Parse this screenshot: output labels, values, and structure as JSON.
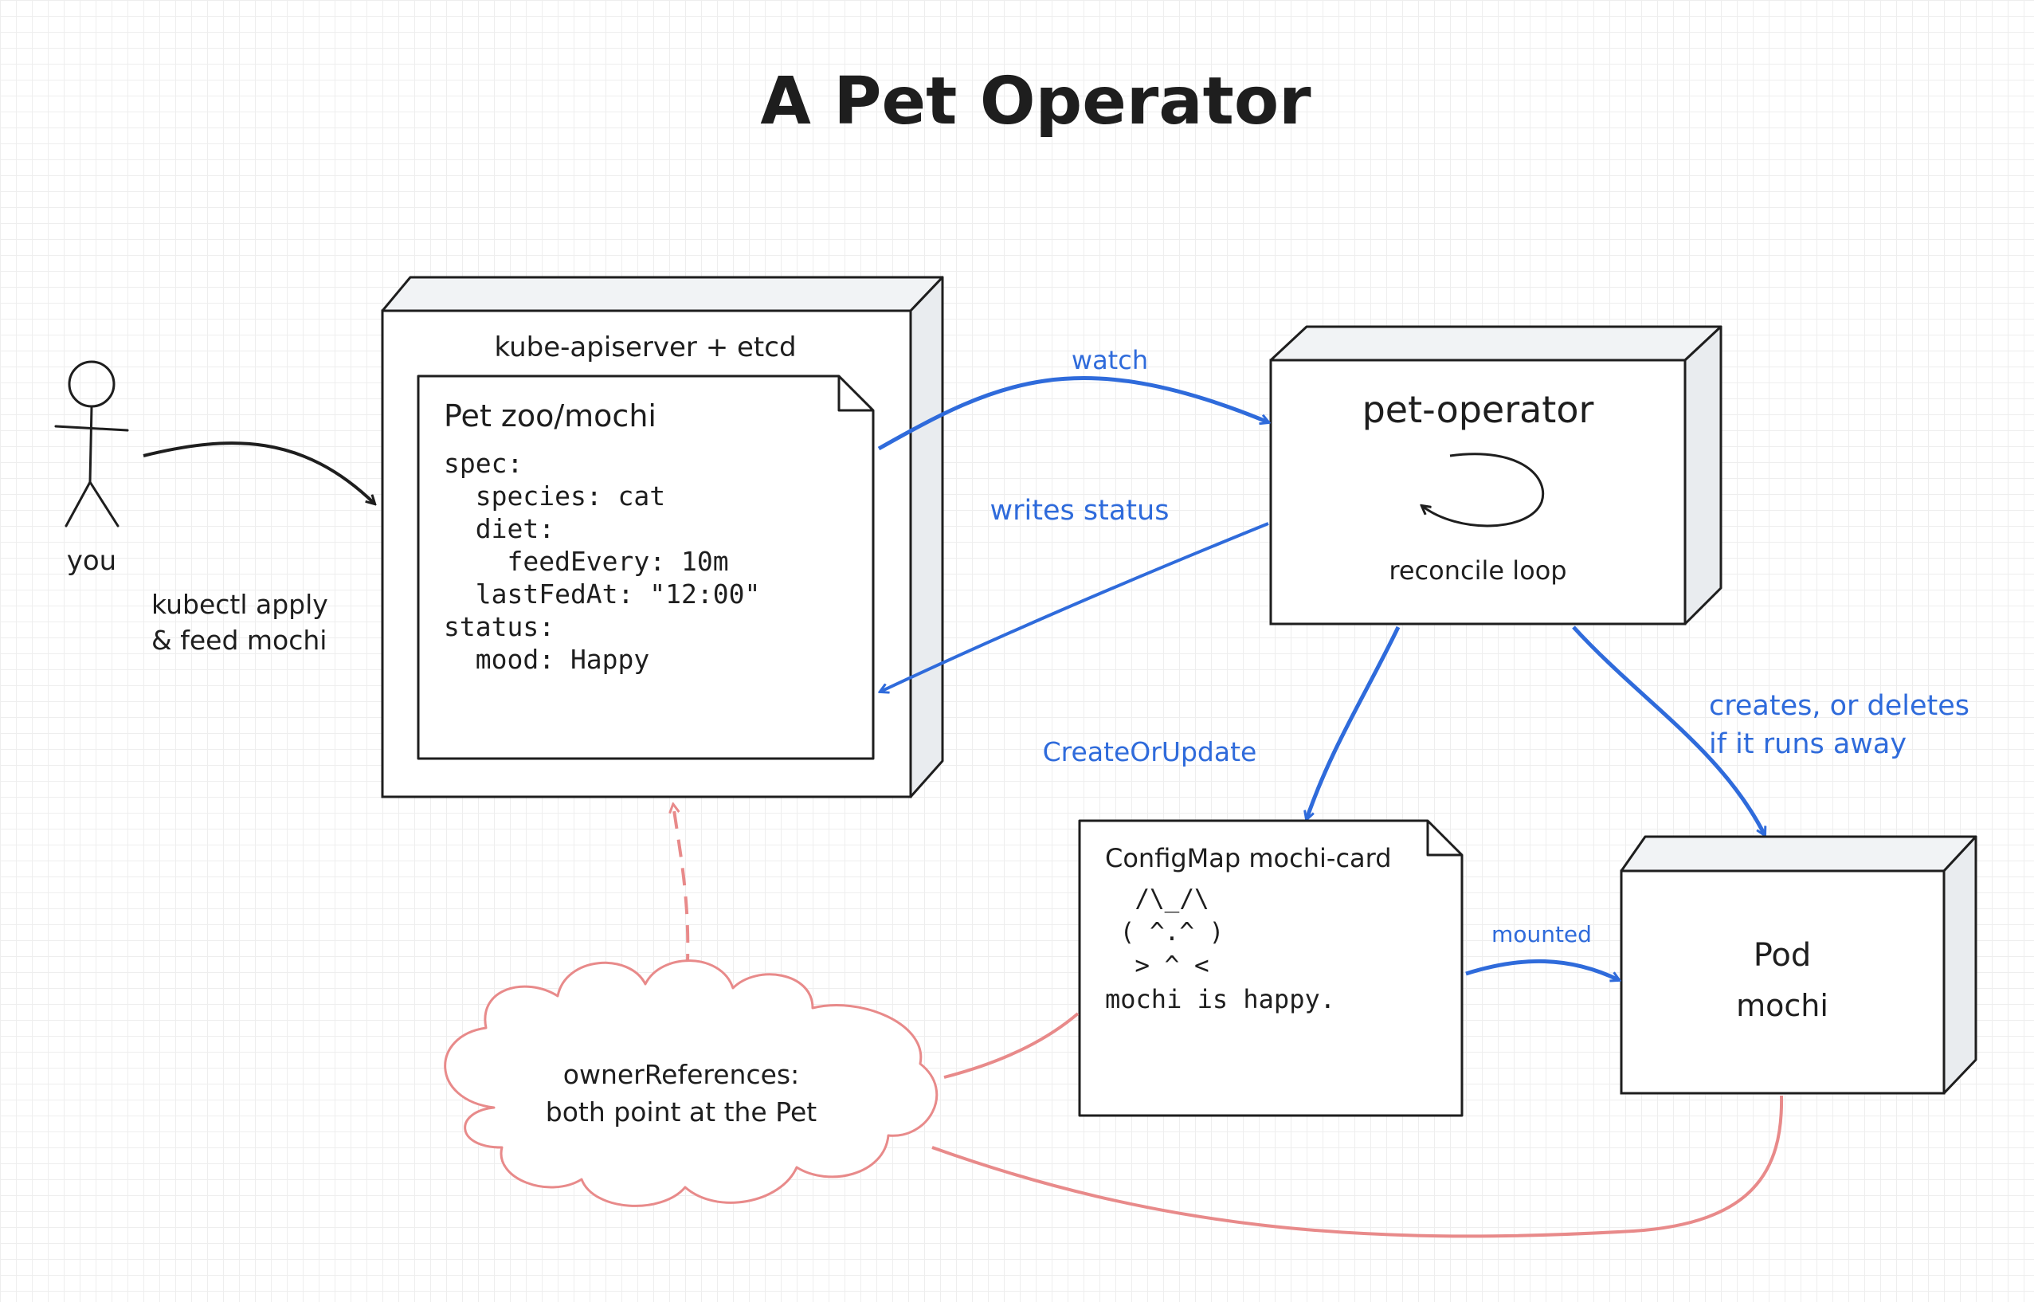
{
  "title": "A Pet Operator",
  "colors": {
    "ink": "#1e1e1e",
    "blue": "#2f6bdb",
    "red": "#e88a8a",
    "box_side": "#e9ecef",
    "box_top": "#f1f3f5"
  },
  "actor": {
    "label": "you",
    "action_line1": "kubectl apply",
    "action_line2": "& feed mochi"
  },
  "apiserver": {
    "label": "kube-apiserver + etcd",
    "pet": {
      "title": "Pet zoo/mochi",
      "yaml": [
        "spec:",
        "  species: cat",
        "  diet:",
        "    feedEvery: 10m",
        "  lastFedAt: \"12:00\"",
        "status:",
        "  mood: Happy"
      ]
    }
  },
  "operator": {
    "title": "pet-operator",
    "loop_label": "reconcile loop"
  },
  "configmap": {
    "title": "ConfigMap mochi-card",
    "art": [
      "  /\\_/\\",
      " ( ^.^ )",
      "  > ^ <"
    ],
    "text": "mochi is happy."
  },
  "pod": {
    "line1": "Pod",
    "line2": "mochi"
  },
  "edges": {
    "watch": "watch",
    "writes_status": "writes status",
    "create_or_update": "CreateOrUpdate",
    "creates_line1": "creates, or deletes",
    "creates_line2": "if it runs away",
    "mounted": "mounted"
  },
  "cloud": {
    "line1": "ownerReferences:",
    "line2": "both point at the Pet"
  }
}
